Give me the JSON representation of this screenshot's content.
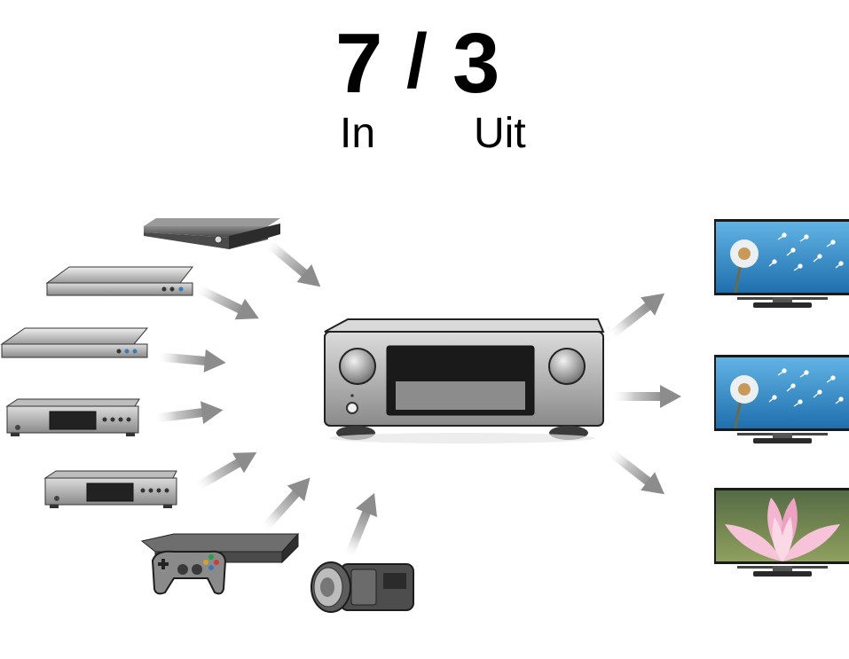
{
  "heading": {
    "inputs_count": "7",
    "separator": "/",
    "outputs_count": "3",
    "inputs_label": "In",
    "outputs_label": "Uit"
  },
  "devices": {
    "inputs": [
      {
        "id": "streaming-box",
        "icon": "media-box-icon"
      },
      {
        "id": "blu-ray-player",
        "icon": "disc-player-icon"
      },
      {
        "id": "dvd-player",
        "icon": "disc-player-icon"
      },
      {
        "id": "cd-player",
        "icon": "cd-player-icon"
      },
      {
        "id": "tuner",
        "icon": "tuner-icon"
      },
      {
        "id": "game-console",
        "icon": "game-console-icon"
      },
      {
        "id": "camcorder",
        "icon": "camcorder-icon"
      }
    ],
    "receiver": {
      "id": "av-receiver",
      "icon": "av-receiver-icon"
    },
    "outputs": [
      {
        "id": "tv-1",
        "icon": "tv-icon",
        "picture": "dandelion"
      },
      {
        "id": "tv-2",
        "icon": "tv-icon",
        "picture": "dandelion"
      },
      {
        "id": "tv-3",
        "icon": "tv-icon",
        "picture": "lotus"
      }
    ]
  },
  "colors": {
    "arrow": "#9e9e9e",
    "device_dark": "#3a3a3a",
    "device_light": "#d6d6d6",
    "sky": "#3f8fc7",
    "lotus": "#f0a9c6"
  }
}
